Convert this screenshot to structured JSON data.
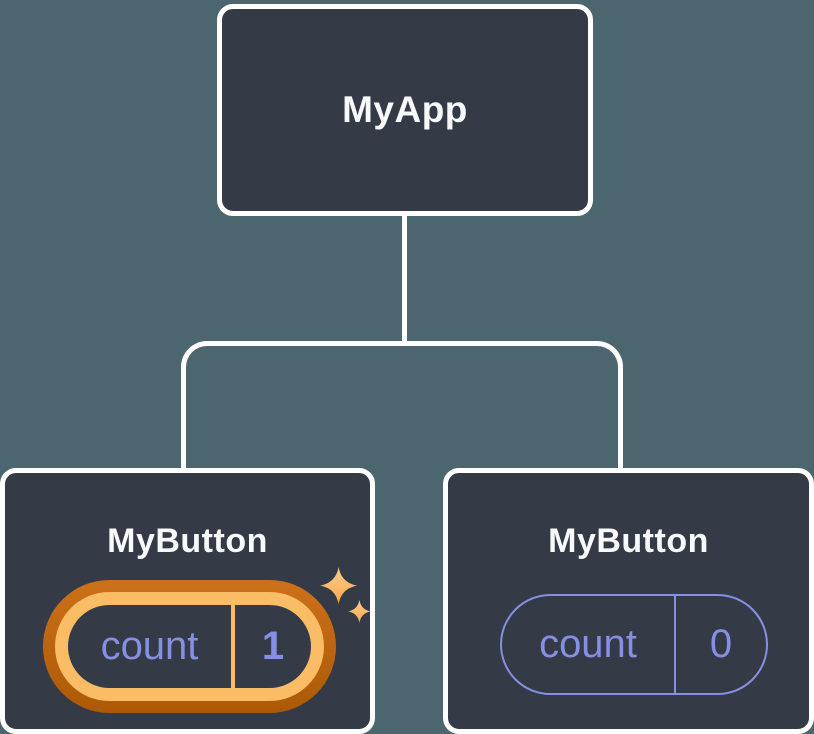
{
  "diagram": {
    "root": {
      "label": "MyApp"
    },
    "left_button": {
      "label": "MyButton",
      "state_key": "count",
      "state_value": "1",
      "highlighted": true
    },
    "right_button": {
      "label": "MyButton",
      "state_key": "count",
      "state_value": "0",
      "highlighted": false
    }
  },
  "colors": {
    "background": "#4C6670",
    "node_fill": "#343B47",
    "node_border": "#FFFFFF",
    "connector": "#FFFFFF",
    "title_text": "#F7F9FB",
    "accent_purple": "#878FE3",
    "highlight_outer_top": "#CC7119",
    "highlight_outer_bottom": "#AC5906",
    "highlight_inner": "#FABC64",
    "sparkle_top": "#FFCE8A",
    "sparkle_bottom": "#F4A94E"
  }
}
